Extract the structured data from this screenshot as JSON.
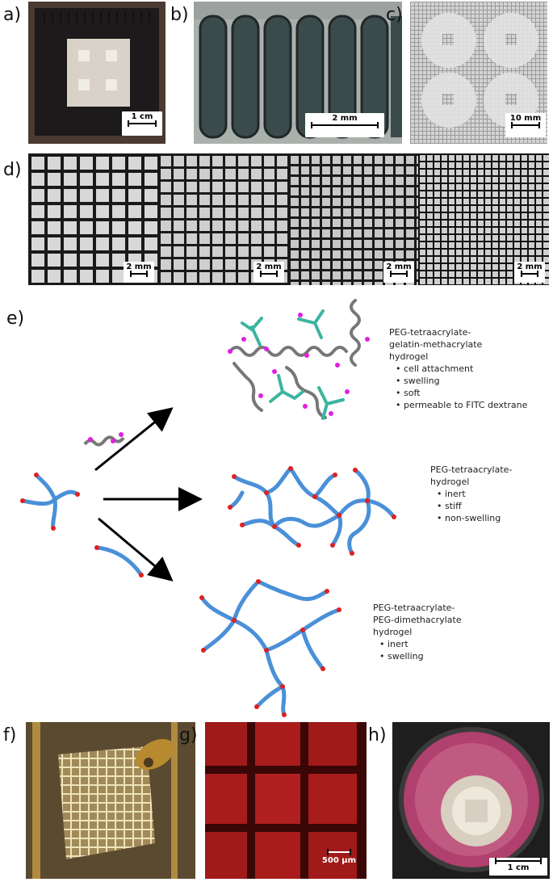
{
  "labels": {
    "a": "a)",
    "b": "b)",
    "c": "c)",
    "d": "d)",
    "e": "e)",
    "f": "f)",
    "g": "g)",
    "h": "h)"
  },
  "scalebars": {
    "a": "1 cm",
    "b": "2 mm",
    "c": "10 mm",
    "d1": "2 mm",
    "d2": "2 mm",
    "d3": "2 mm",
    "d4": "2 mm",
    "g": "500 µm",
    "h": "1 cm"
  },
  "hydrogels": {
    "gelatin": {
      "title_lines": [
        "PEG-tetraacrylate-",
        "gelatin-methacrylate",
        "hydrogel"
      ],
      "props": [
        "cell attachment",
        "swelling",
        "soft",
        "permeable to FITC dextrane"
      ]
    },
    "peg": {
      "title_lines": [
        "PEG-tetraacrylate-",
        "hydrogel"
      ],
      "props": [
        "inert",
        "stiff",
        "non-swelling"
      ]
    },
    "dimeth": {
      "title_lines": [
        "PEG-tetraacrylate-",
        "PEG-dimethacrylate",
        "hydrogel"
      ],
      "props": [
        "inert",
        "swelling"
      ]
    }
  },
  "colors": {
    "peg": "#4a90d9",
    "gelatin": "#3cb4a0",
    "helix": "#777777",
    "acrylate": "#e02020",
    "methacrylate": "#e020e0"
  }
}
